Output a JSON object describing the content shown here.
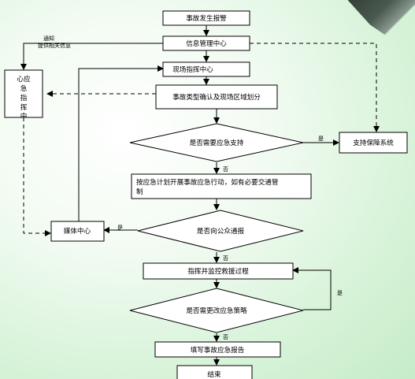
{
  "nodes": {
    "n1": "事故发生报警",
    "n2": "信息管理中心",
    "n3": "现场指挥中心",
    "n4": "事故类型确认及现场区域划分",
    "d1": "是否需要应急支持",
    "support": "支持保障系统",
    "n5_line1": "按应急计划开展事故应急行动，如有必要交通管",
    "n5_line2": "制",
    "d2": "是否向公众通报",
    "media": "媒体中心",
    "n6": "指挥并监控救援过程",
    "d3": "是否需更改应急策略",
    "n7": "填写事故应急报告",
    "end": "结束",
    "left_vertical": [
      "心应",
      "急",
      "指",
      "挥",
      "中"
    ]
  },
  "labels": {
    "notify1": "通知",
    "notify2": "提供相关信息",
    "yes": "是",
    "no": "否"
  }
}
